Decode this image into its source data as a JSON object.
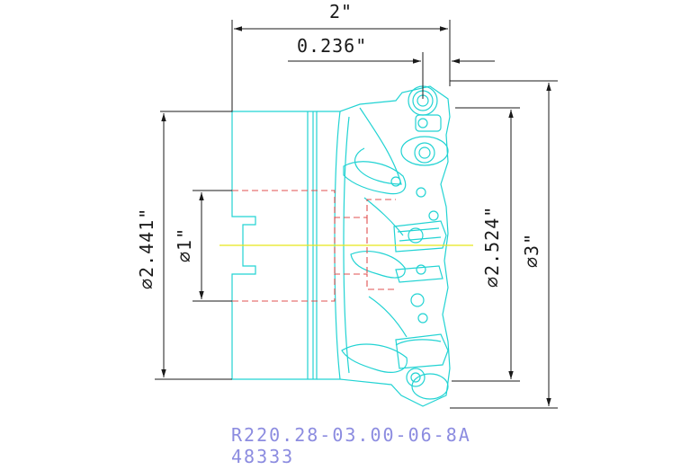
{
  "dimensions": {
    "overall_length": "2\"",
    "insert_protrusion": "0.236\"",
    "body_diameter": "⌀2.441\"",
    "bore_diameter": "⌀1\"",
    "cut_diameter_inner": "⌀2.524\"",
    "cut_diameter_outer": "⌀3\""
  },
  "caption": {
    "part_number": "R220.28-03.00-06-8A",
    "code": "48333"
  },
  "colors": {
    "body_outline": "#22d3d3",
    "hidden_lines": "#e05050",
    "centerline": "#e8e81a",
    "dimension_lines": "#1a1a1a",
    "caption_text": "#8c8ce0"
  }
}
